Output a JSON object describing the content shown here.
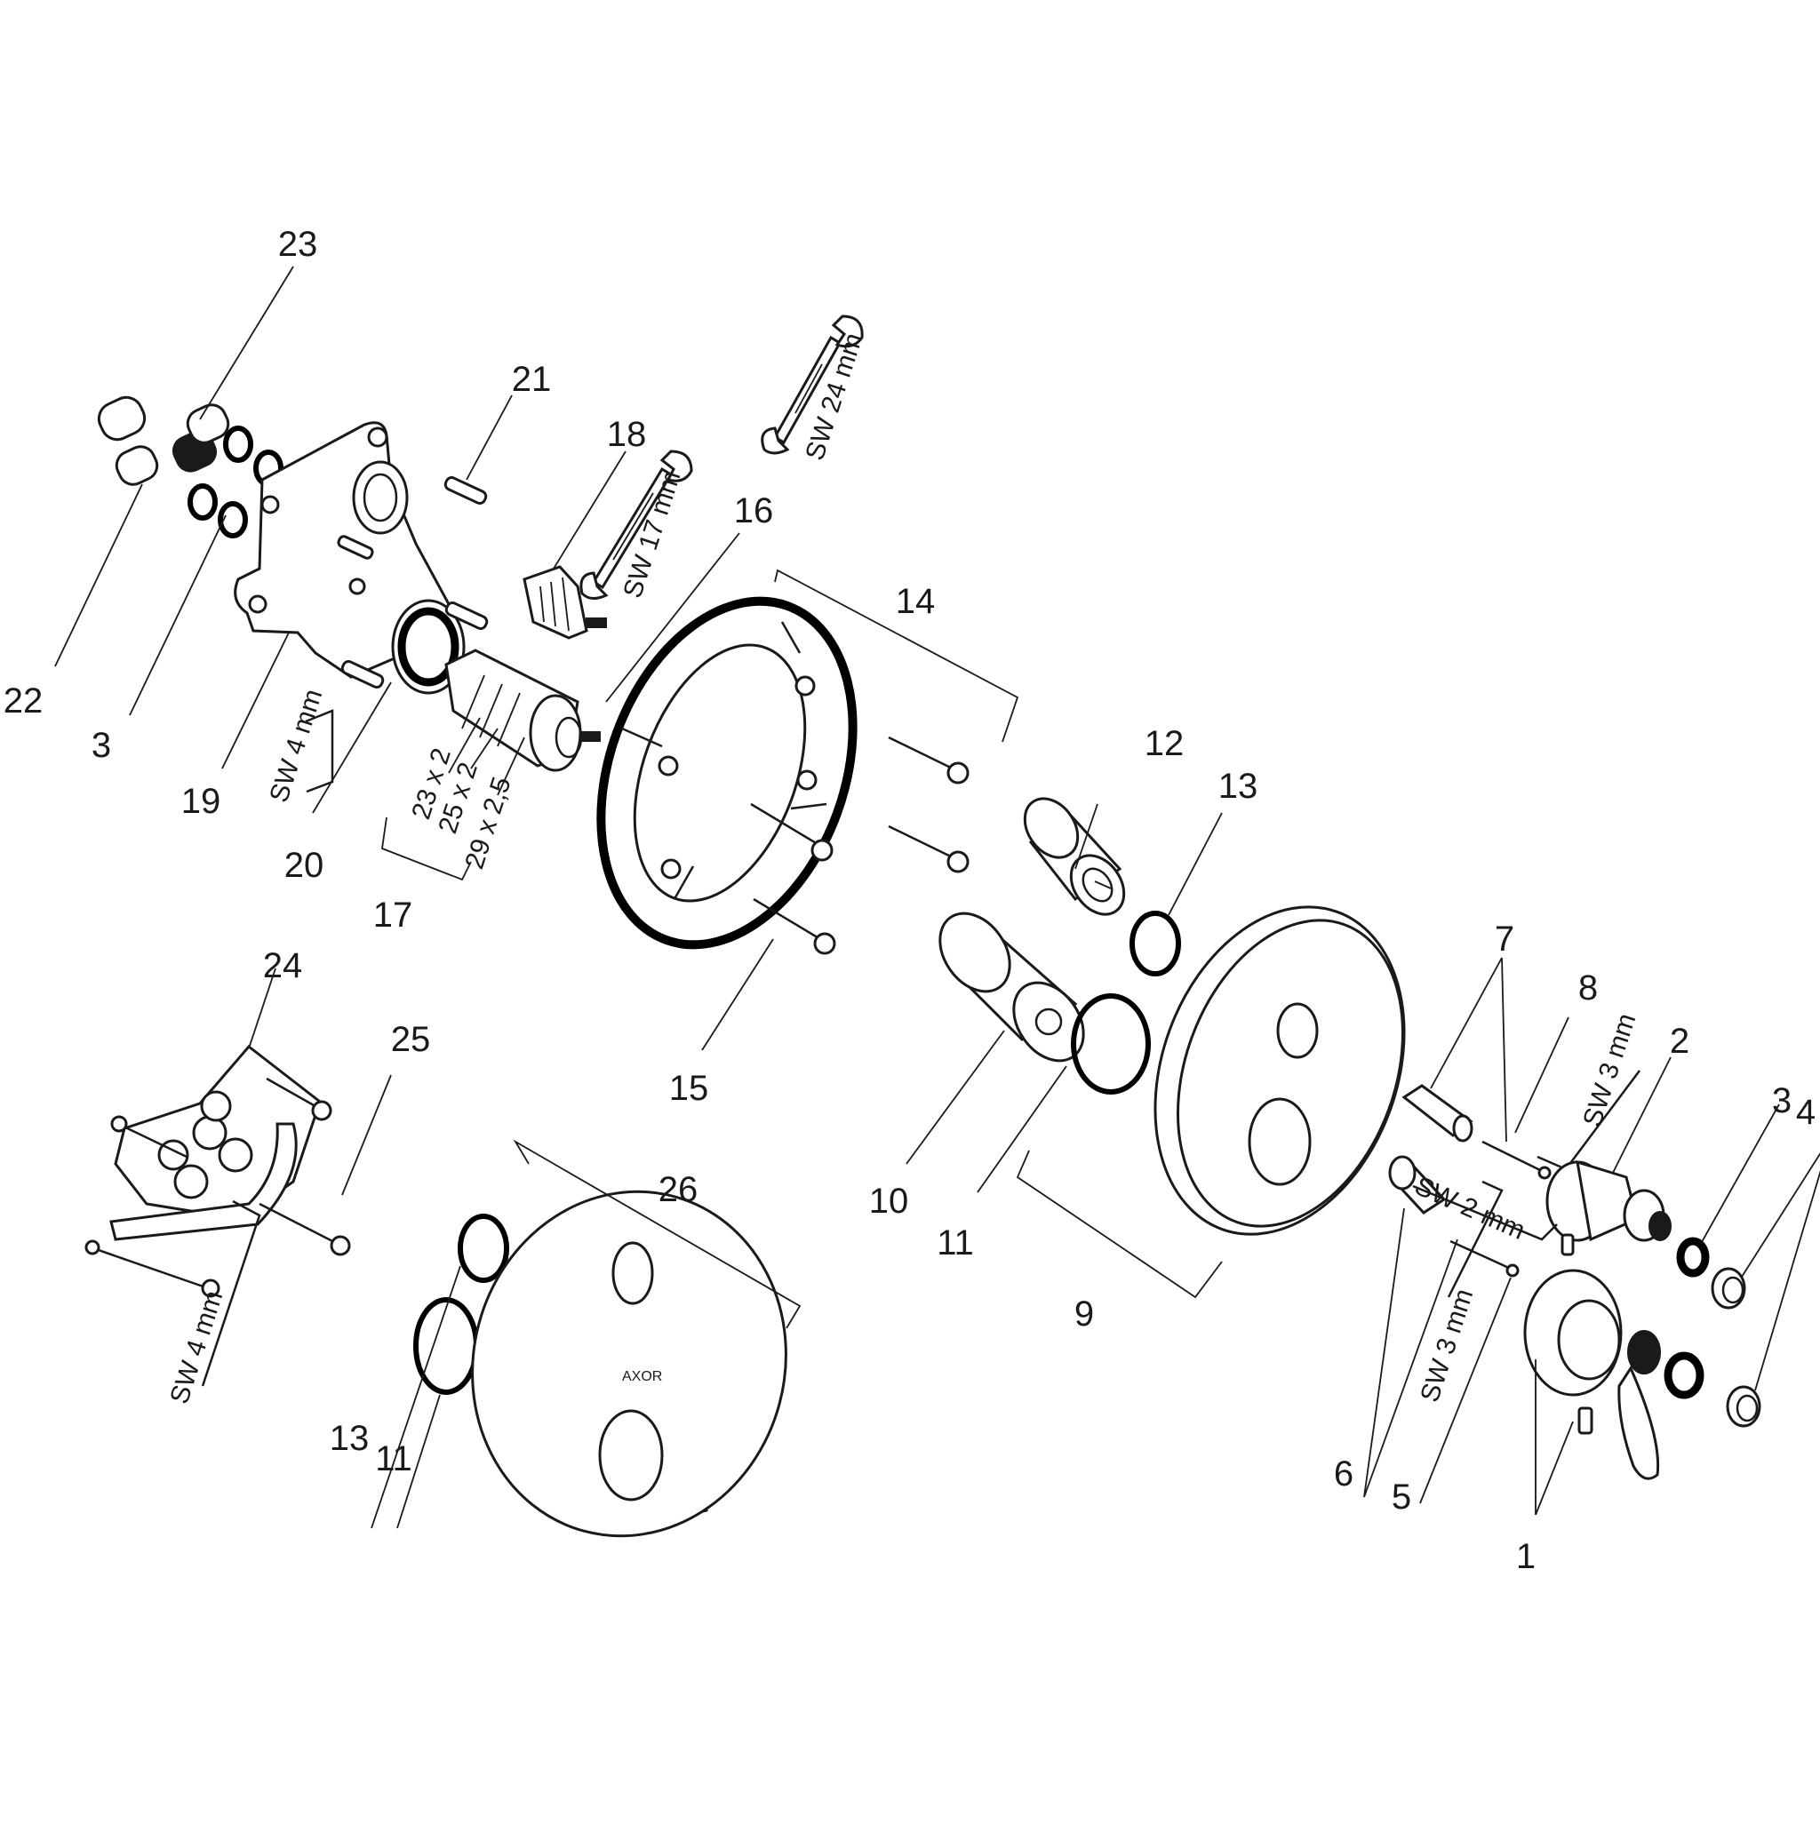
{
  "part_labels": {
    "p1": "1",
    "p2": "2",
    "p3a": "3",
    "p3b": "3",
    "p4": "4",
    "p5": "5",
    "p6": "6",
    "p7": "7",
    "p8": "8",
    "p9": "9",
    "p10": "10",
    "p11a": "11",
    "p11b": "11",
    "p12": "12",
    "p13a": "13",
    "p13b": "13",
    "p14": "14",
    "p15": "15",
    "p16": "16",
    "p17": "17",
    "p18": "18",
    "p19": "19",
    "p20": "20",
    "p21": "21",
    "p22": "22",
    "p23": "23",
    "p24": "24",
    "p25": "25",
    "p26": "26"
  },
  "tool_labels": {
    "sw24": "SW 24 mm",
    "sw17": "SW 17 mm",
    "sw4a": "SW 4 mm",
    "sw4b": "SW 4 mm",
    "sw3a": "SW 3 mm",
    "sw3b": "SW 3 mm",
    "sw2": "SW 2 mm"
  },
  "oring_sizes": [
    "23 x 2",
    "25 x 2",
    "29 x 2,5"
  ],
  "brand_mark": "AXOR"
}
